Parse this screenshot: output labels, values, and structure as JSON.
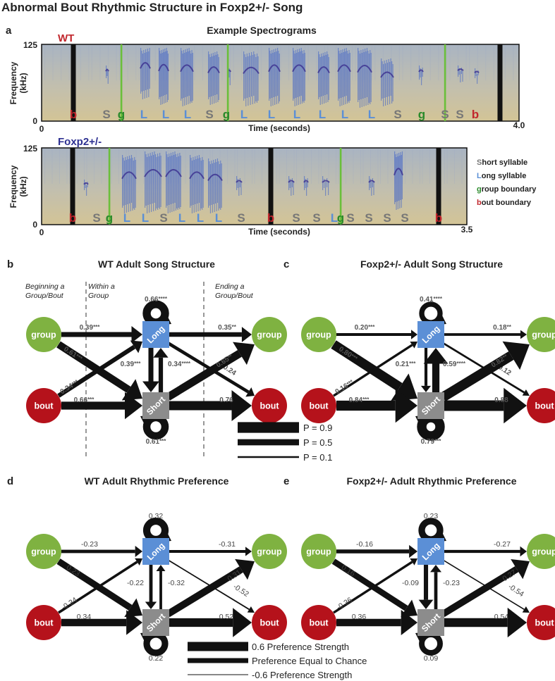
{
  "title": "Abnormal Bout Rhythmic Structure in Foxp2+/- Song",
  "colors": {
    "green_node": "#7fb241",
    "red_node": "#b5121b",
    "long_node": "#5b8fd6",
    "short_node": "#8c8c8c",
    "wt_label": "#c1272d",
    "foxp2_label": "#2e3192",
    "b_letter": "#c1272d",
    "s_letter": "#777777",
    "g_letter": "#2a8a2a",
    "l_letter": "#5b8fd6",
    "green_line": "#6abf3a",
    "spectro_bg": "#cbbf9e"
  },
  "panel_a": {
    "letter": "a",
    "title": "Example Spectrograms",
    "wt": {
      "label": "WT",
      "ylabel": "Frequency\n(kHz)",
      "ymax": "125",
      "ymin": "0",
      "xmin": "0",
      "xmax": "4.0",
      "xlabel": "Time (seconds)",
      "syllables": [
        "b",
        "S",
        "g",
        "L",
        "L",
        "L",
        "S",
        "g",
        "L",
        "L",
        "L",
        "L",
        "L",
        "L",
        "S",
        "g",
        "S",
        "S",
        "b"
      ]
    },
    "foxp2": {
      "label": "Foxp2+/-",
      "ylabel": "Frequency\n(kHz)",
      "ymax": "125",
      "ymin": "0",
      "xmin": "0",
      "xmax": "3.5",
      "xlabel": "Time (seconds)",
      "syllables": [
        "b",
        "S",
        "g",
        "L",
        "L",
        "S",
        "L",
        "L",
        "L",
        "S",
        "b",
        "S",
        "S",
        "L",
        "g",
        "S",
        "S",
        "S",
        "S",
        "b"
      ]
    },
    "legend": [
      {
        "initial": "S",
        "rest": "hort syllable",
        "color": "s_letter"
      },
      {
        "initial": "L",
        "rest": "ong syllable",
        "color": "l_letter"
      },
      {
        "initial": "g",
        "rest": "roup boundary",
        "color": "g_letter"
      },
      {
        "initial": "b",
        "rest": "out boundary",
        "color": "b_letter"
      }
    ]
  },
  "panel_b": {
    "letter": "b",
    "title": "WT Adult Song Structure",
    "zones": [
      "Beginning a\nGroup/Bout",
      "Within a\nGroup",
      "Ending a\nGroup/Bout"
    ],
    "nodes": {
      "group": "group",
      "bout": "bout",
      "long": "Long",
      "short": "Short"
    },
    "edges": [
      {
        "id": "group_long",
        "value": 0.39,
        "label": "0.39",
        "stars": "***"
      },
      {
        "id": "group_short",
        "value": 0.61,
        "label": "0.61",
        "stars": "***"
      },
      {
        "id": "bout_long",
        "value": 0.34,
        "label": "0.34",
        "stars": "***"
      },
      {
        "id": "bout_short",
        "value": 0.66,
        "label": "0.66",
        "stars": "***"
      },
      {
        "id": "long_long",
        "value": 0.66,
        "label": "0.66",
        "stars": "****"
      },
      {
        "id": "long_short",
        "value": 0.39,
        "label": "0.39",
        "stars": "***"
      },
      {
        "id": "short_long",
        "value": 0.34,
        "label": "0.34",
        "stars": "****"
      },
      {
        "id": "long_group",
        "value": 0.35,
        "label": "0.35",
        "stars": "**"
      },
      {
        "id": "long_bout",
        "value": 0.24,
        "label": "0.24",
        "stars": ""
      },
      {
        "id": "short_group",
        "value": 0.65,
        "label": "0.65",
        "stars": "**"
      },
      {
        "id": "short_bout",
        "value": 0.76,
        "label": "0.76",
        "stars": ""
      },
      {
        "id": "short_short",
        "value": 0.61,
        "label": "0.61",
        "stars": "***"
      }
    ]
  },
  "panel_c": {
    "letter": "c",
    "title": "Foxp2+/- Adult Song Structure",
    "nodes": {
      "group": "group",
      "bout": "bout",
      "long": "Long",
      "short": "Short"
    },
    "edges": [
      {
        "id": "group_long",
        "value": 0.2,
        "label": "0.20",
        "stars": "***"
      },
      {
        "id": "group_short",
        "value": 0.8,
        "label": "0.80",
        "stars": "***"
      },
      {
        "id": "bout_long",
        "value": 0.16,
        "label": "0.16",
        "stars": "***"
      },
      {
        "id": "bout_short",
        "value": 0.84,
        "label": "0.84",
        "stars": "***"
      },
      {
        "id": "long_long",
        "value": 0.41,
        "label": "0.41",
        "stars": "****"
      },
      {
        "id": "long_short",
        "value": 0.21,
        "label": "0.21",
        "stars": "***"
      },
      {
        "id": "short_long",
        "value": 0.59,
        "label": "0.59",
        "stars": "****"
      },
      {
        "id": "long_group",
        "value": 0.18,
        "label": "0.18",
        "stars": "**"
      },
      {
        "id": "long_bout",
        "value": 0.12,
        "label": "0.12",
        "stars": ""
      },
      {
        "id": "short_group",
        "value": 0.82,
        "label": "0.82",
        "stars": "**"
      },
      {
        "id": "short_bout",
        "value": 0.88,
        "label": "0.88",
        "stars": ""
      },
      {
        "id": "short_short",
        "value": 0.79,
        "label": "0.79",
        "stars": "***"
      }
    ]
  },
  "legend_p": [
    {
      "label": "P = 0.9",
      "value": 0.9
    },
    {
      "label": "P = 0.5",
      "value": 0.5
    },
    {
      "label": "P = 0.1",
      "value": 0.1
    }
  ],
  "panel_d": {
    "letter": "d",
    "title": "WT Adult Rhythmic Preference",
    "nodes": {
      "group": "group",
      "bout": "bout",
      "long": "Long",
      "short": "Short"
    },
    "edges": [
      {
        "id": "group_long",
        "value": -0.23,
        "label": "-0.23"
      },
      {
        "id": "group_short",
        "value": 0.23,
        "label": "0.23"
      },
      {
        "id": "bout_long",
        "value": -0.34,
        "label": "-0.34"
      },
      {
        "id": "bout_short",
        "value": 0.34,
        "label": "0.34"
      },
      {
        "id": "long_long",
        "value": 0.32,
        "label": "0.32"
      },
      {
        "id": "long_short",
        "value": -0.22,
        "label": "-0.22"
      },
      {
        "id": "short_long",
        "value": -0.32,
        "label": "-0.32"
      },
      {
        "id": "long_group",
        "value": -0.31,
        "label": "-0.31"
      },
      {
        "id": "long_bout",
        "value": -0.52,
        "label": "-0.52"
      },
      {
        "id": "short_group",
        "value": 0.31,
        "label": "0.31"
      },
      {
        "id": "short_bout",
        "value": 0.52,
        "label": "0.52"
      },
      {
        "id": "short_short",
        "value": 0.22,
        "label": "0.22"
      }
    ]
  },
  "panel_e": {
    "letter": "e",
    "title": "Foxp2+/- Adult Rhythmic Preference",
    "nodes": {
      "group": "group",
      "bout": "bout",
      "long": "Long",
      "short": "Short"
    },
    "edges": [
      {
        "id": "group_long",
        "value": -0.16,
        "label": "-0.16"
      },
      {
        "id": "group_short",
        "value": 0.16,
        "label": "0.16"
      },
      {
        "id": "bout_long",
        "value": -0.36,
        "label": "-0.36"
      },
      {
        "id": "bout_short",
        "value": 0.36,
        "label": "0.36"
      },
      {
        "id": "long_long",
        "value": 0.23,
        "label": "0.23"
      },
      {
        "id": "long_short",
        "value": -0.09,
        "label": "-0.09"
      },
      {
        "id": "short_long",
        "value": -0.23,
        "label": "-0.23"
      },
      {
        "id": "long_group",
        "value": -0.27,
        "label": "-0.27"
      },
      {
        "id": "long_bout",
        "value": -0.54,
        "label": "-0.54"
      },
      {
        "id": "short_group",
        "value": 0.27,
        "label": "0.27"
      },
      {
        "id": "short_bout",
        "value": 0.54,
        "label": "0.54"
      },
      {
        "id": "short_short",
        "value": 0.09,
        "label": "0.09"
      }
    ]
  },
  "legend_pref": [
    {
      "label": "0.6 Preference Strength",
      "value": 0.6
    },
    {
      "label": "Preference Equal to Chance",
      "value": 0
    },
    {
      "label": "-0.6 Preference Strength",
      "value": -0.6
    }
  ]
}
